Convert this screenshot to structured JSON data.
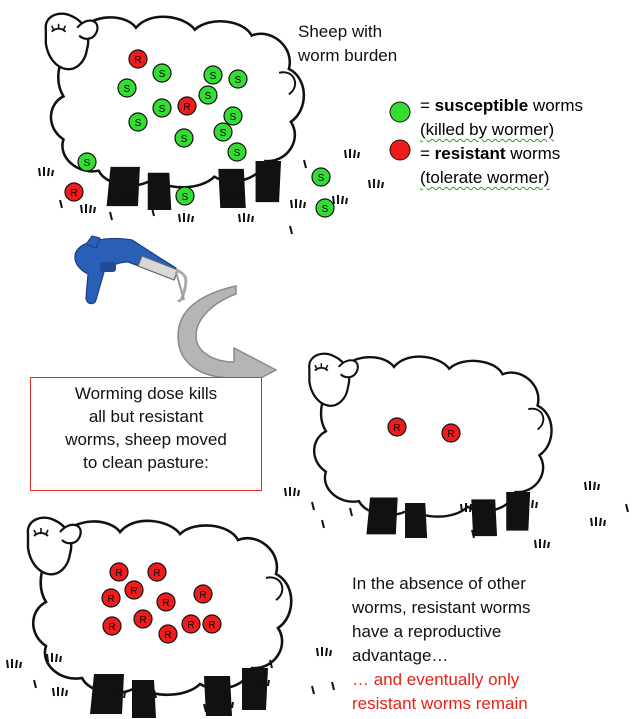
{
  "top_caption": [
    "Sheep with",
    "worm burden"
  ],
  "legend": {
    "susceptible": {
      "bold": "susceptible",
      "suffix": " worms",
      "note": "(killed by wormer)",
      "color": "#33dd33"
    },
    "resistant": {
      "bold": "resistant",
      "suffix": " worms",
      "note": "(tolerate wormer)",
      "color": "#ee1c1c"
    },
    "prefix": "= "
  },
  "worm_labels": {
    "susceptible": "S",
    "resistant": "R"
  },
  "dose_box": [
    "Worming dose kills",
    "all but resistant",
    "worms, sheep moved",
    "to clean pasture:"
  ],
  "bottom_text": {
    "black": [
      "In the absence of other",
      "worms, resistant worms",
      "have a reproductive",
      "advantage…"
    ],
    "red": [
      "… and eventually only",
      "resistant worms remain"
    ]
  },
  "colors": {
    "accent_box_border": "#e03030",
    "drencher_blue": "#2a5fb8",
    "arrow_gray": "#b5b5b5"
  }
}
